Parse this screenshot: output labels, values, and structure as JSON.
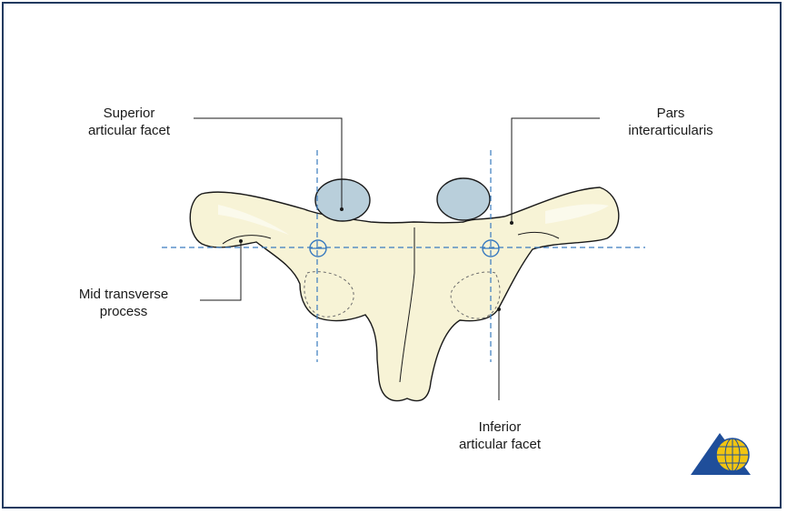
{
  "labels": {
    "superior_articular_facet": "Superior\narticular facet",
    "pars_interarticularis": "Pars\ninterarticularis",
    "mid_transverse_process": "Mid transverse\nprocess",
    "inferior_articular_facet": "Inferior\narticular facet"
  },
  "colors": {
    "bone_fill": "#f7f3d6",
    "bone_outline": "#1a1a1a",
    "facet_fill": "#b9cfdb",
    "guide_line": "#3a7bbf",
    "logo_blue": "#1f4e9a",
    "logo_yellow": "#f2c511",
    "frame": "#1f3a5f"
  },
  "logo": {
    "icon": "globe-triangle-logo"
  }
}
